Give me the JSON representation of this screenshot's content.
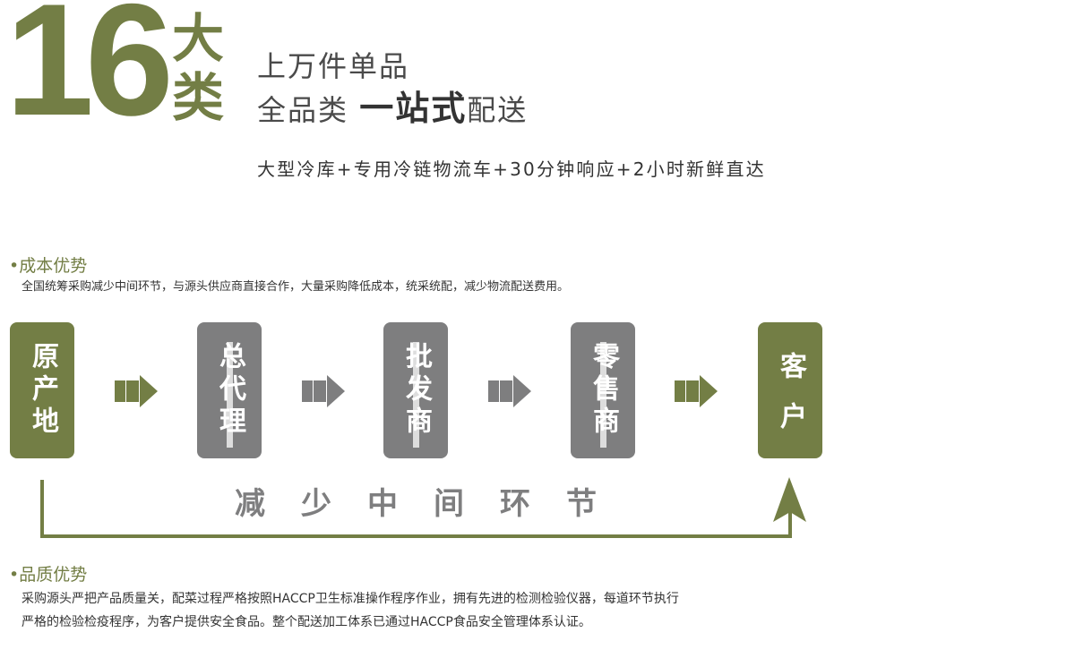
{
  "hero": {
    "number": "16",
    "char1": "大",
    "char2": "类",
    "line1": "上万件单品",
    "line2_pre": "全品类 ",
    "line2_strong": "一站式",
    "line2_post": "配送",
    "subtitle": "大型冷库+专用冷链物流车+30分钟响应+2小时新鲜直达"
  },
  "cost": {
    "heading": "•成本优势",
    "desc": "全国统筹采购减少中间环节，与源头供应商直接合作，大量采购降低成本，统采统配，减少物流配送费用。"
  },
  "flow": {
    "nodes": [
      {
        "label": "原产地",
        "chars": [
          "原",
          "产",
          "地"
        ]
      },
      {
        "label": "总代理",
        "chars": [
          "总",
          "代",
          "理"
        ]
      },
      {
        "label": "批发商",
        "chars": [
          "批",
          "发",
          "商"
        ]
      },
      {
        "label": "零售商",
        "chars": [
          "零",
          "售",
          "商"
        ]
      },
      {
        "label": "客户",
        "chars": [
          "客",
          "户"
        ]
      }
    ],
    "reduce_label": "减少中间环节"
  },
  "quality": {
    "heading": "•品质优势",
    "line1": "采购源头严把产品质量关，配菜过程严格按照HACCP卫生标准操作程序作业，拥有先进的检测检验仪器，每道环节执行",
    "line2": "严格的检验检疫程序，为客户提供安全食品。整个配送加工体系已通过HACCP食品安全管理体系认证。"
  },
  "colors": {
    "green": "#737e45",
    "grey": "#7e7e7f"
  }
}
